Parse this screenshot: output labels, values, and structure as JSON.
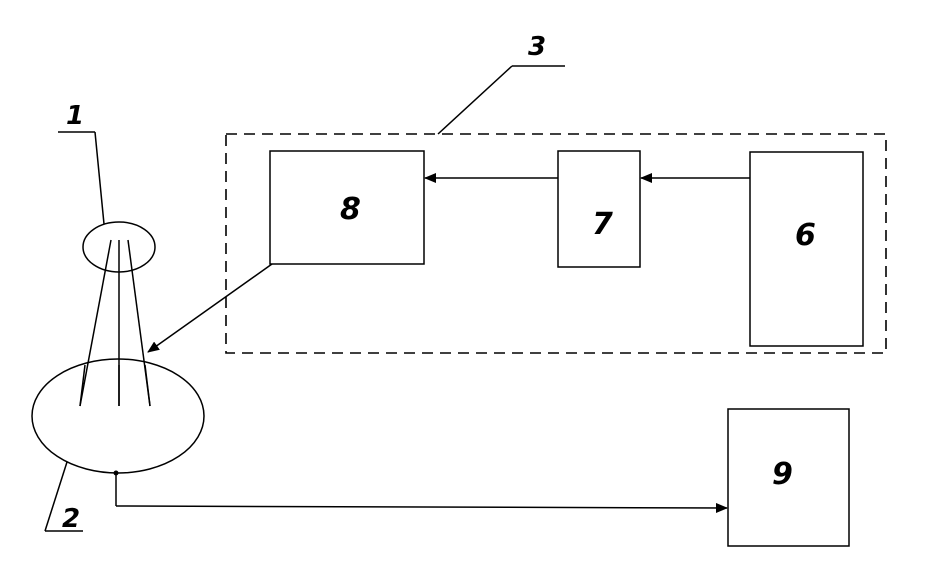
{
  "labels": {
    "ref_1": "1",
    "ref_2": "2",
    "ref_3": "3",
    "block_6": "6",
    "block_7": "7",
    "block_8": "8",
    "block_9": "9"
  },
  "colors": {
    "line": "#000000",
    "background": "#ffffff"
  }
}
